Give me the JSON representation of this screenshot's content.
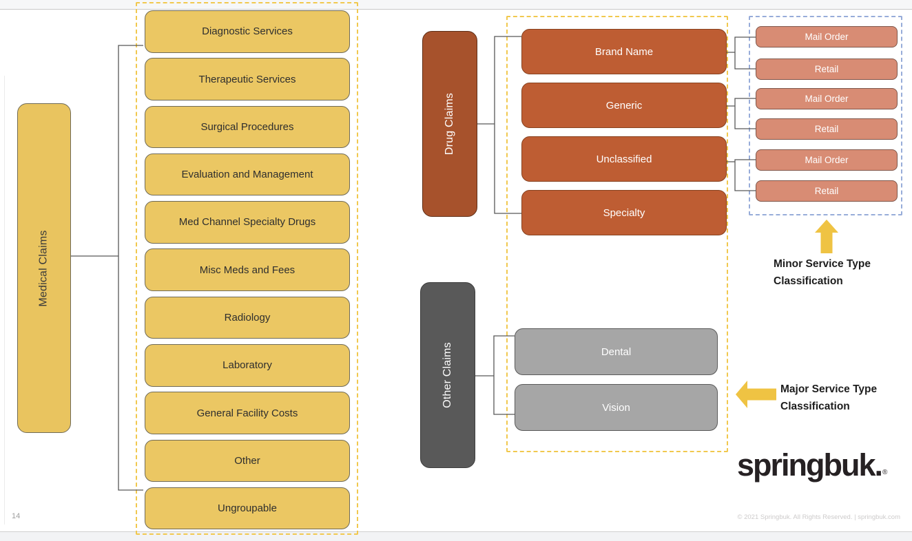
{
  "page": {
    "number": "14"
  },
  "diagram": {
    "medical": {
      "label": "Medical Claims",
      "children": [
        "Diagnostic Services",
        "Therapeutic Services",
        "Surgical Procedures",
        "Evaluation and Management",
        "Med Channel Specialty Drugs",
        "Misc Meds and Fees",
        "Radiology",
        "Laboratory",
        "General Facility Costs",
        "Other",
        "Ungroupable"
      ]
    },
    "drug": {
      "label": "Drug Claims",
      "children": [
        "Brand Name",
        "Generic",
        "Unclassified",
        "Specialty"
      ]
    },
    "minor_nodes": [
      "Mail Order",
      "Retail",
      "Mail Order",
      "Retail",
      "Mail Order",
      "Retail"
    ],
    "other": {
      "label": "Other Claims",
      "children": [
        "Dental",
        "Vision"
      ]
    }
  },
  "annotations": {
    "minor": "Minor Service Type\nClassification",
    "major": "Major Service Type\nClassification"
  },
  "footer": {
    "logo": "springbuk.",
    "logo_reg": "®",
    "copyright": "© 2021 Springbuk. All Rights Reserved. | springbuk.com"
  },
  "colors": {
    "gold_accent": "#efc343",
    "yellow_fill": "#ebc763",
    "rust_parent": "#a7522c",
    "rust_child": "#be5d33",
    "salmon_child": "#d88c74",
    "gray_parent": "#595959",
    "gray_child": "#a6a6a6",
    "dash_yellow": "#f1c84e",
    "dash_blue": "#97acd9",
    "connector": "#575757"
  }
}
